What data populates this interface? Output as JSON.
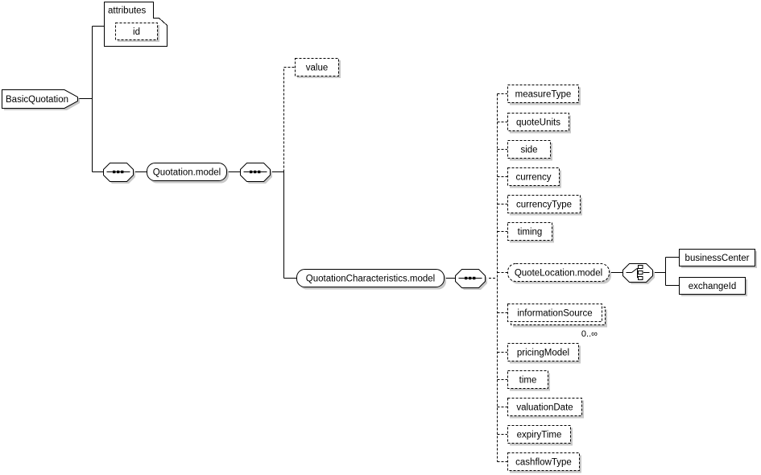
{
  "diagram": {
    "root": {
      "label": "BasicQuotation"
    },
    "attributes_box": {
      "title": "attributes",
      "items": [
        {
          "label": "id"
        }
      ]
    },
    "groups": {
      "quotation_model": {
        "label": "Quotation.model"
      },
      "quotation_characteristics_model": {
        "label": "QuotationCharacteristics.model"
      }
    },
    "sequence_children": [
      {
        "label": "value"
      }
    ],
    "characteristics_children": [
      {
        "label": "measureType"
      },
      {
        "label": "quoteUnits"
      },
      {
        "label": "side"
      },
      {
        "label": "currency"
      },
      {
        "label": "currencyType"
      },
      {
        "label": "timing"
      },
      {
        "label": "QuoteLocation.model"
      },
      {
        "label": "informationSource",
        "occurrence": "0..∞"
      },
      {
        "label": "pricingModel"
      },
      {
        "label": "time"
      },
      {
        "label": "valuationDate"
      },
      {
        "label": "expiryTime"
      },
      {
        "label": "cashflowType"
      }
    ],
    "quote_location_children": [
      {
        "label": "businessCenter"
      },
      {
        "label": "exchangeId"
      }
    ],
    "icons": {
      "sequence": "sequence-icon",
      "choice": "choice-icon"
    },
    "colors": {
      "background": "#ffffff",
      "line": "#000000",
      "shadow": "#c8c8c8"
    }
  }
}
